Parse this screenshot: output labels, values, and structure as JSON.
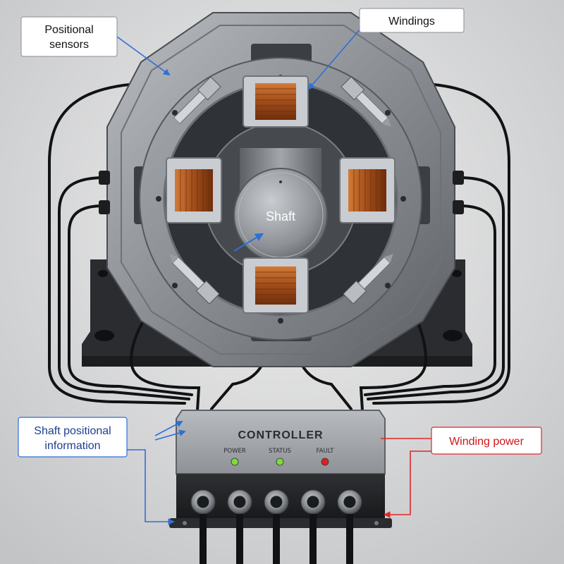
{
  "callouts": {
    "positional_sensors": [
      "Positional",
      "sensors"
    ],
    "windings": "Windings",
    "shaft": "Shaft",
    "shaft_positional_information": [
      "Shaft positional",
      "information"
    ],
    "winding_power": "Winding power"
  },
  "controller": {
    "title": "CONTROLLER",
    "indicators": [
      {
        "label": "POWER",
        "color": "#7ddc3a"
      },
      {
        "label": "STATUS",
        "color": "#7ddc3a"
      },
      {
        "label": "FAULT",
        "color": "#e02020"
      }
    ],
    "connector_count": 5
  },
  "colors": {
    "info_arrow": "#2f6fd6",
    "power_arrow": "#e0262b",
    "copper": "#b45a22",
    "steel": "#8c9094"
  }
}
